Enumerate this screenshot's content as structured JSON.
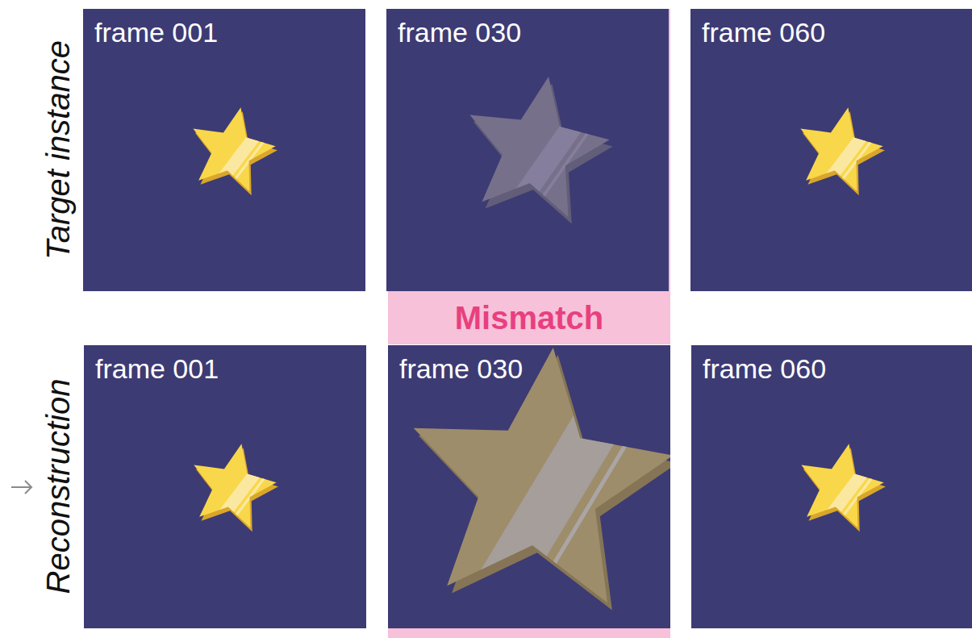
{
  "diagram": {
    "nodes": [
      {
        "text": [
          "frame 001"
        ]
      },
      {
        "text": [
          "frame 030"
        ]
      },
      {
        "text": [
          "frame 060"
        ]
      },
      {
        "text": [
          "Mismatch"
        ]
      },
      {
        "text": [
          "frame 001"
        ]
      },
      {
        "text": [
          "frame 030"
        ]
      },
      {
        "text": [
          "frame 060"
        ]
      }
    ],
    "labels": [
      "Target instance",
      "Reconstruction"
    ]
  }
}
